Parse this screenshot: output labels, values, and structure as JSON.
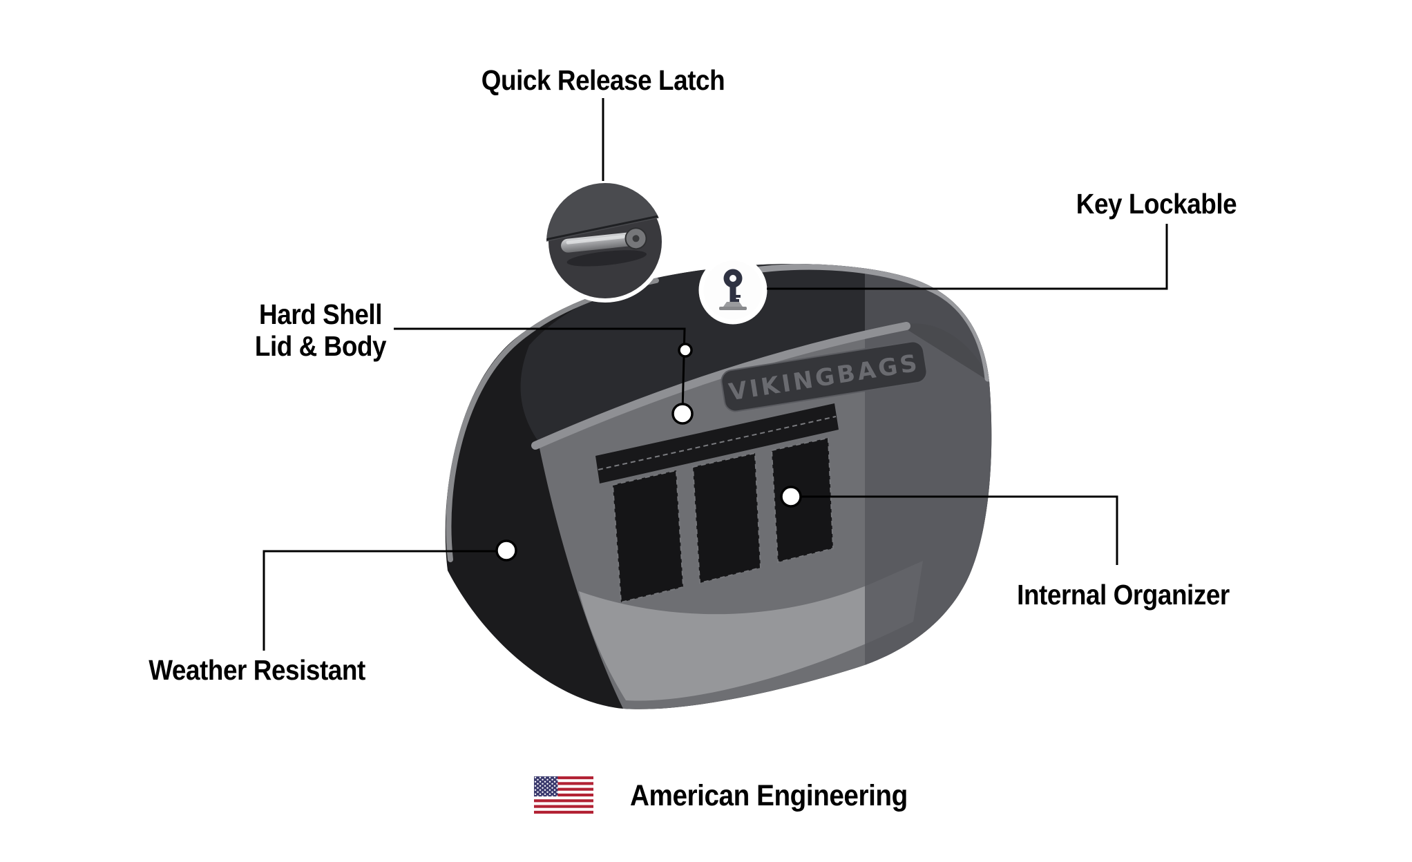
{
  "brand": {
    "logo_text": "VIKINGBAGS"
  },
  "callouts": {
    "quick_release_latch": {
      "label": "Quick Release Latch"
    },
    "key_lockable": {
      "label": "Key Lockable"
    },
    "hard_shell": {
      "line1": "Hard Shell",
      "line2": "Lid & Body"
    },
    "weather_resistant": {
      "label": "Weather Resistant"
    },
    "internal_organizer": {
      "label": "Internal Organizer"
    }
  },
  "footer": {
    "american_engineering": "American Engineering"
  },
  "icons": {
    "flag": "us-flag-icon",
    "key": "key-icon",
    "latch": "quick-release-latch-photo"
  },
  "colors": {
    "background": "#ffffff",
    "callout_line": "#000000",
    "label_text": "#000000",
    "bag_shell": "#1b1b1d",
    "lid_charcoal": "#2a2b2f",
    "window_gray": "#6e6f73",
    "trim_silver": "#8f9094",
    "flag_red": "#b22234",
    "flag_blue": "#3c3b6e"
  }
}
